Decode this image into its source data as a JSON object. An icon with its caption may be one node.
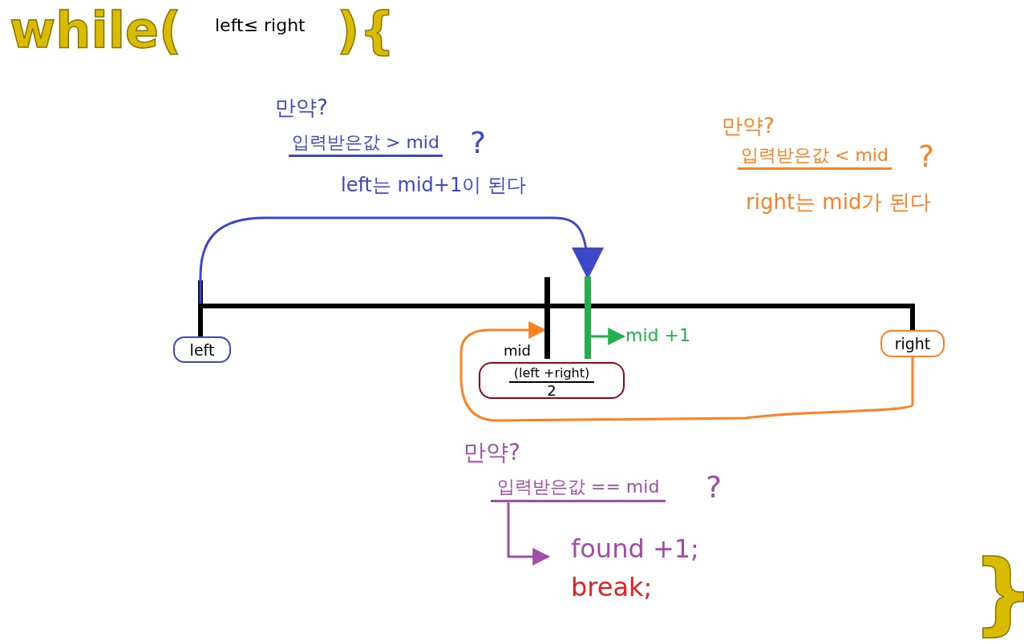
{
  "diagram": {
    "nodes": [
      {
        "text": [
          "left"
        ]
      },
      {
        "text": [
          "right"
        ]
      },
      {
        "text": [],
        "shape": "bar"
      },
      {
        "text": [],
        "shape": "bar"
      },
      {
        "text": [
          "mid +1"
        ]
      },
      {
        "text": [
          "(left +right)",
          "2"
        ]
      },
      {
        "text": [
          "입력받은값 == mid"
        ]
      },
      {
        "text": [
          "found +1;"
        ]
      }
    ],
    "edges": [
      {
        "from": 0,
        "to": 3,
        "arrow": "to",
        "color": "#3b48c8"
      },
      {
        "from": 1,
        "to": 2,
        "arrow": "to",
        "color": "#ff8020"
      },
      {
        "from": 3,
        "to": 4,
        "arrow": "to",
        "color": "#22b04a"
      },
      {
        "from": 6,
        "to": 7,
        "arrow": "to",
        "color": "#a04ca8"
      },
      {
        "from": 0,
        "to": 1,
        "arrow": "none",
        "style": "thick",
        "color": "#000000"
      }
    ],
    "labels": [
      "while(",
      "left≤ right",
      "){",
      "만약?",
      "입력받은값 > mid",
      "?",
      "left는 mid+1이 된다",
      "만약?",
      "입력받은값 < mid",
      "?",
      "right는 mid가 된다",
      "mid",
      "만약?",
      "?",
      "break;",
      "}"
    ]
  }
}
